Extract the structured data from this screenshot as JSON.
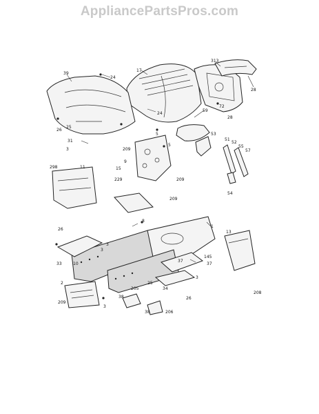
{
  "watermark": "AppliancePartsPros.com",
  "labels": [
    "39",
    "24",
    "17",
    "313",
    "28",
    "26",
    "25",
    "24",
    "59",
    "72",
    "28",
    "31",
    "3",
    "5",
    "53",
    "51",
    "52",
    "55",
    "57",
    "209",
    "9",
    "5",
    "298",
    "11",
    "15",
    "209",
    "54",
    "229",
    "209",
    "1",
    "8",
    "26",
    "3",
    "3",
    "33",
    "10",
    "145",
    "37",
    "25",
    "3",
    "37",
    "34",
    "26",
    "13",
    "2",
    "209",
    "3",
    "205",
    "38",
    "38",
    "206",
    "208"
  ]
}
